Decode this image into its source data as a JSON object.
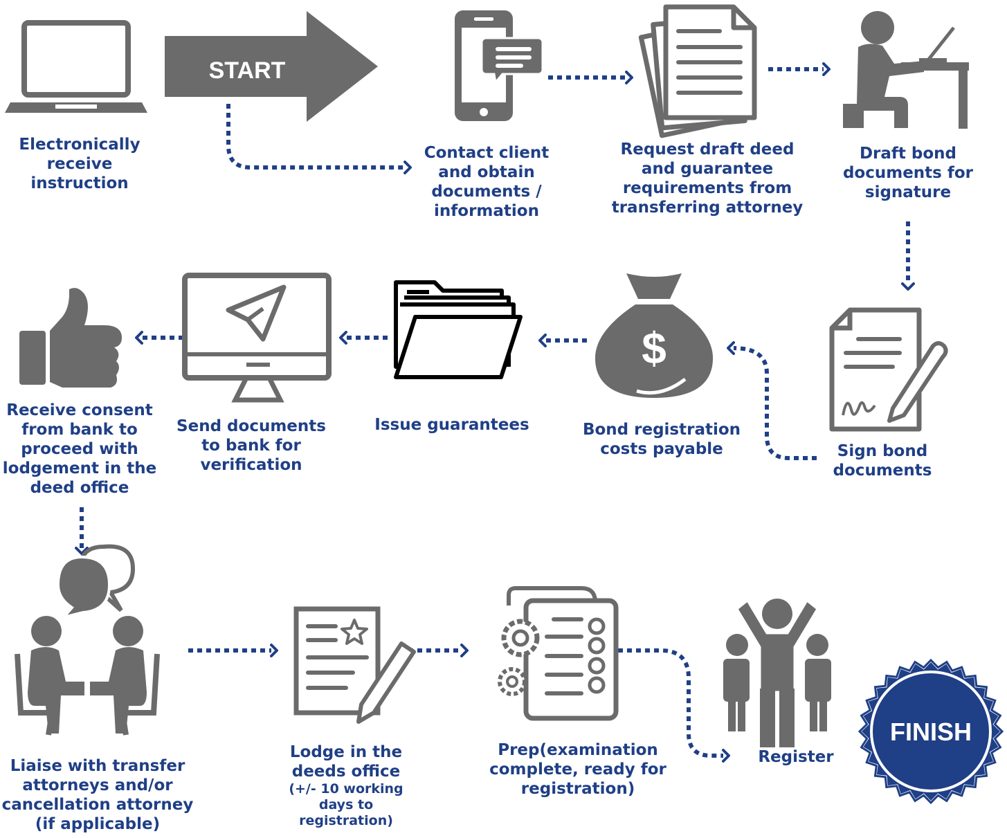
{
  "colors": {
    "navy": "#1f3f86",
    "icon_gray": "#6b6b6b",
    "white": "#ffffff",
    "black": "#000000"
  },
  "start_label": "START",
  "finish_label": "FINISH",
  "steps": [
    {
      "id": "receive-instruction",
      "icon": "laptop-icon",
      "lines": [
        "Electronically",
        "receive",
        "instruction"
      ]
    },
    {
      "id": "contact-client",
      "icon": "smartphone-message-icon",
      "lines": [
        "Contact client",
        "and obtain",
        "documents /",
        "information"
      ]
    },
    {
      "id": "request-draft-deed",
      "icon": "documents-stack-icon",
      "lines": [
        "Request draft deed",
        "and guarantee",
        "requirements from",
        "transferring attorney"
      ]
    },
    {
      "id": "draft-bond-documents",
      "icon": "person-at-desk-icon",
      "lines": [
        "Draft bond",
        "documents for",
        "signature"
      ]
    },
    {
      "id": "sign-bond-documents",
      "icon": "signed-document-pen-icon",
      "lines": [
        "Sign bond",
        "documents"
      ]
    },
    {
      "id": "bond-registration-costs",
      "icon": "money-bag-icon",
      "lines": [
        "Bond registration",
        "costs payable"
      ]
    },
    {
      "id": "issue-guarantees",
      "icon": "folder-icon",
      "lines": [
        "Issue guarantees"
      ]
    },
    {
      "id": "send-documents-to-bank",
      "icon": "monitor-send-icon",
      "lines": [
        "Send documents",
        "to bank for",
        "verification"
      ]
    },
    {
      "id": "receive-consent",
      "icon": "thumbs-up-icon",
      "lines": [
        "Receive consent",
        "from bank to",
        "proceed with",
        "lodgement in the",
        "deed office"
      ]
    },
    {
      "id": "liaise-with-attorneys",
      "icon": "meeting-people-icon",
      "lines": [
        "Liaise with transfer",
        "attorneys and/or",
        "cancellation attorney",
        "(if applicable)"
      ]
    },
    {
      "id": "lodge-in-deeds-office",
      "icon": "document-pencil-icon",
      "lines": [
        "Lodge in the",
        "deeds office"
      ],
      "sub_lines": [
        "(+/- 10 working",
        "days to",
        "registration)"
      ]
    },
    {
      "id": "prep-examination",
      "icon": "gear-checklist-icon",
      "lines": [
        "Prep(examination",
        "complete, ready for",
        "registration)"
      ]
    },
    {
      "id": "register",
      "icon": "celebrating-people-icon",
      "lines": [
        "Register"
      ]
    }
  ]
}
